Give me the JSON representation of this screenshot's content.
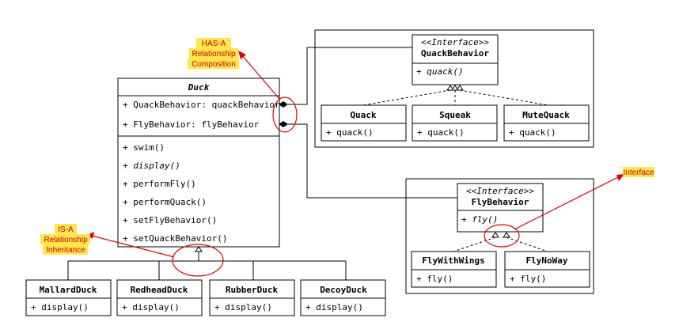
{
  "duck": {
    "name": "Duck",
    "fields": [
      "+ QuackBehavior: quackBehavior",
      "+ FlyBehavior: flyBehavior"
    ],
    "methods": [
      "+ swim()",
      "+ display()",
      "+ performFly()",
      "+ performQuack()",
      "+ setFlyBehavior()",
      "+ setQuackBehavior()"
    ]
  },
  "quack_behavior": {
    "stereotype": "<<Interface>>",
    "name": "QuackBehavior",
    "method": "+ quack()"
  },
  "quack_impls": [
    {
      "name": "Quack",
      "method": "+ quack()"
    },
    {
      "name": "Squeak",
      "method": "+ quack()"
    },
    {
      "name": "MuteQuack",
      "method": "+ quack()"
    }
  ],
  "fly_behavior": {
    "stereotype": "<<Interface>>",
    "name": "FlyBehavior",
    "method": "+ fly()"
  },
  "fly_impls": [
    {
      "name": "FlyWithWings",
      "method": "+ fly()"
    },
    {
      "name": "FlyNoWay",
      "method": "+ fly()"
    }
  ],
  "duck_subclasses": [
    {
      "name": "MallardDuck",
      "method": "+ display()"
    },
    {
      "name": "RedheadDuck",
      "method": "+ display()"
    },
    {
      "name": "RubberDuck",
      "method": "+ display()"
    },
    {
      "name": "DecoyDuck",
      "method": "+ display()"
    }
  ],
  "annotations": {
    "has_a": [
      "HAS-A",
      "Relationship",
      "Composition"
    ],
    "is_a": [
      "IS-A",
      "Relationship",
      "Inheritance"
    ],
    "interface": "Interface"
  },
  "colors": {
    "annotation_text": "#d40000",
    "annotation_line": "#e00000",
    "highlight": "#fde74c"
  }
}
